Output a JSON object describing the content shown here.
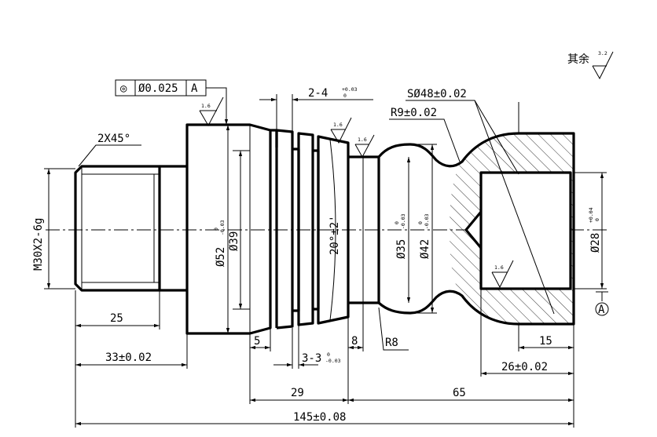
{
  "notes": {
    "general_roughness_prefix": "其余",
    "general_roughness_value": "3.2"
  },
  "tolerance_frame": {
    "symbol": "◎",
    "value": "Ø0.025",
    "datum": "A"
  },
  "roughness": {
    "r1": "1.6",
    "r2": "1.6",
    "r3": "1.6",
    "r4": "1.6"
  },
  "chamfer": "2X45°",
  "thread": "M30X2-6g",
  "dims": {
    "groove_top": "2-4",
    "groove_top_tol_hi": "+0.03",
    "groove_top_tol_lo": "0",
    "sphere": "SØ48±0.02",
    "r9": "R9±0.02",
    "d52": "Ø52",
    "d52_tol_hi": "0",
    "d52_tol_lo": "-0.03",
    "d39": "Ø39",
    "taper": "20°±2'",
    "d35": "Ø35",
    "d35_tol_hi": "0",
    "d35_tol_lo": "-0.03",
    "d42": "Ø42",
    "d42_tol_hi": "0",
    "d42_tol_lo": "-0.03",
    "d28": "Ø28",
    "d28_tol_hi": "+0.04",
    "d28_tol_lo": "0",
    "len25": "25",
    "len33": "33±0.02",
    "len5": "5",
    "groove_bot": "3-3",
    "groove_bot_tol_hi": "0",
    "groove_bot_tol_lo": "-0.03",
    "len8": "8",
    "r8": "R8",
    "len15": "15",
    "len26": "26±0.02",
    "len29": "29",
    "len65": "65",
    "len145": "145±0.08"
  },
  "datum_label": "A"
}
